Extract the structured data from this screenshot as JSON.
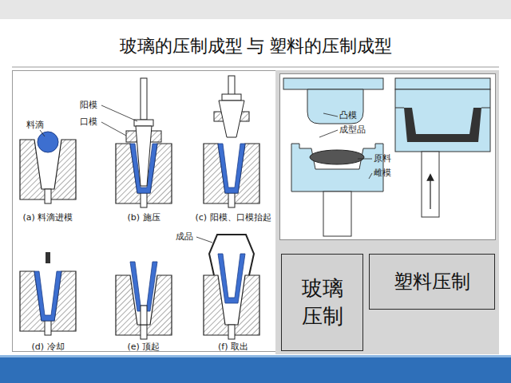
{
  "diagram": {
    "title": "玻璃的压制成型 与 塑料的压制成型",
    "nodes": [
      {
        "text": [
          "玻璃压制"
        ]
      },
      {
        "text": [
          "塑料压制"
        ]
      }
    ],
    "labels": [
      "阳模",
      "口模",
      "料滴",
      "(a) 料滴进模",
      "(b) 施压",
      "(c) 阳模、口模抬起",
      "成品",
      "(d) 冷却",
      "(e) 顶起",
      "(f) 取出",
      "凸模",
      "成型品",
      "原料",
      "雌模"
    ]
  }
}
